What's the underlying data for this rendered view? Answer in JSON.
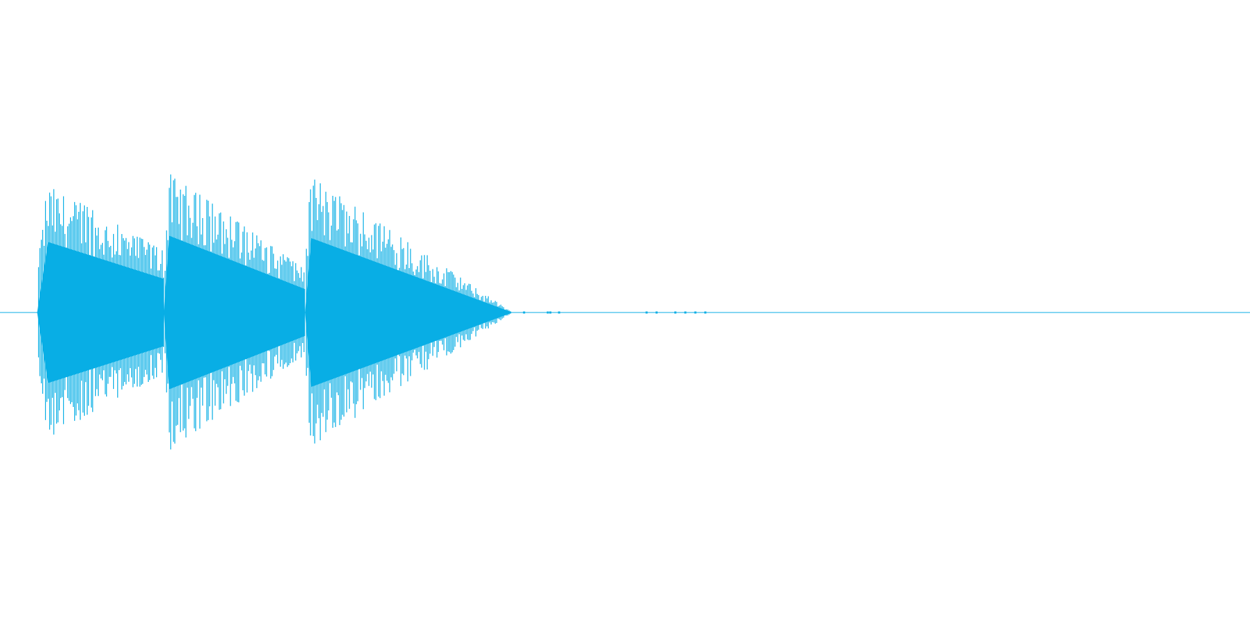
{
  "waveform": {
    "color": "#08aee5",
    "background": "#ffffff",
    "bursts": [
      {
        "start": 0.0297,
        "attack_end": 0.0385,
        "peak": 0.9,
        "end": 0.131,
        "end_level": 0.43,
        "period_samples": 2
      },
      {
        "start": 0.131,
        "attack_end": 0.1355,
        "peak": 0.98,
        "end": 0.244,
        "end_level": 0.3,
        "period_samples": 2
      },
      {
        "start": 0.244,
        "attack_end": 0.249,
        "peak": 0.95,
        "end": 0.41,
        "end_level": 0.0,
        "period_samples": 2
      }
    ],
    "tail_specks": [
      0.419,
      0.438,
      0.44,
      0.447,
      0.517,
      0.525,
      0.54,
      0.548,
      0.556,
      0.564
    ]
  }
}
